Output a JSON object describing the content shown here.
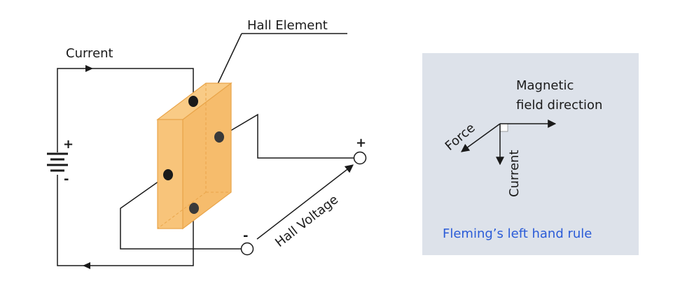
{
  "labels": {
    "hall_element": "Hall Element",
    "current": "Current",
    "plus_battery": "+",
    "minus_battery": "-",
    "plus_terminal": "+",
    "minus_terminal": "-",
    "hall_voltage": "Hall Voltage"
  },
  "fleming": {
    "magnetic_line1": "Magnetic",
    "magnetic_line2": "field direction",
    "force": "Force",
    "current": "Current",
    "caption": "Fleming’s left hand rule"
  },
  "colors": {
    "element_front": "#f8c47a",
    "element_side": "#f6bc6c",
    "element_edge": "#e9a54a",
    "panel_bg": "#dde2ea",
    "caption": "#2a5bd7",
    "wire": "#1a1a1a"
  }
}
